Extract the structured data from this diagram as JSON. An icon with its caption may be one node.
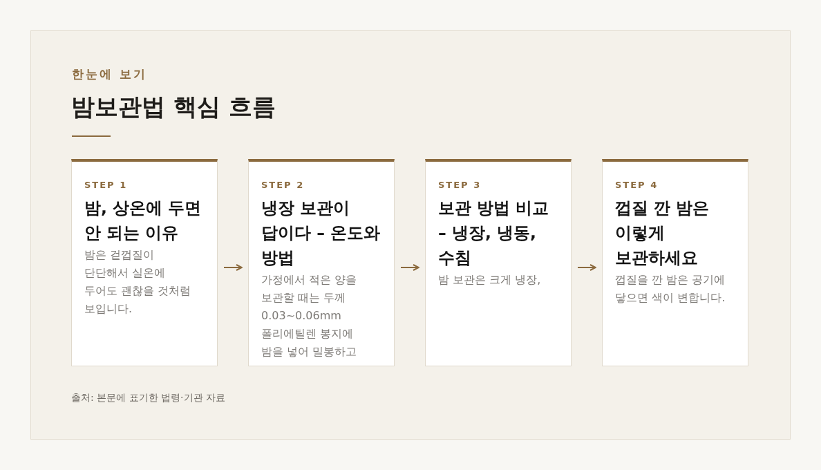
{
  "diagram": {
    "title": "밤보관법 핵심 흐름",
    "caption": "출처: 본문에 표기한 법령·기관 자료",
    "labels": [
      "한눈에 보기"
    ],
    "nodes": [
      {
        "text": [
          "STEP 1",
          "밤, 상온에 두면 안 되는 이유",
          "밤은 겉껍질이 단단해서 실온에 두어도 괜찮을 것처럼 보입니다."
        ]
      },
      {
        "text": [
          "STEP 2",
          "냉장 보관이 답이다 – 온도와 방법",
          "가정에서 적은 양을 보관할 때는 두께 0.03~0.06mm 폴리에틸렌 봉지에 밤을 넣어 밀봉하고"
        ]
      },
      {
        "text": [
          "STEP 3",
          "보관 방법 비교 – 냉장, 냉동, 수침",
          "밤 보관은 크게 냉장,"
        ]
      },
      {
        "text": [
          "STEP 4",
          "껍질 깐 밤은 이렇게 보관하세요",
          "껍질을 깐 밤은 공기에 닿으면 색이 변합니다."
        ]
      }
    ],
    "edges": [
      {
        "from": 0,
        "to": 1,
        "arrow": "to"
      },
      {
        "from": 1,
        "to": 2,
        "arrow": "to"
      },
      {
        "from": 2,
        "to": 3,
        "arrow": "to"
      }
    ]
  }
}
